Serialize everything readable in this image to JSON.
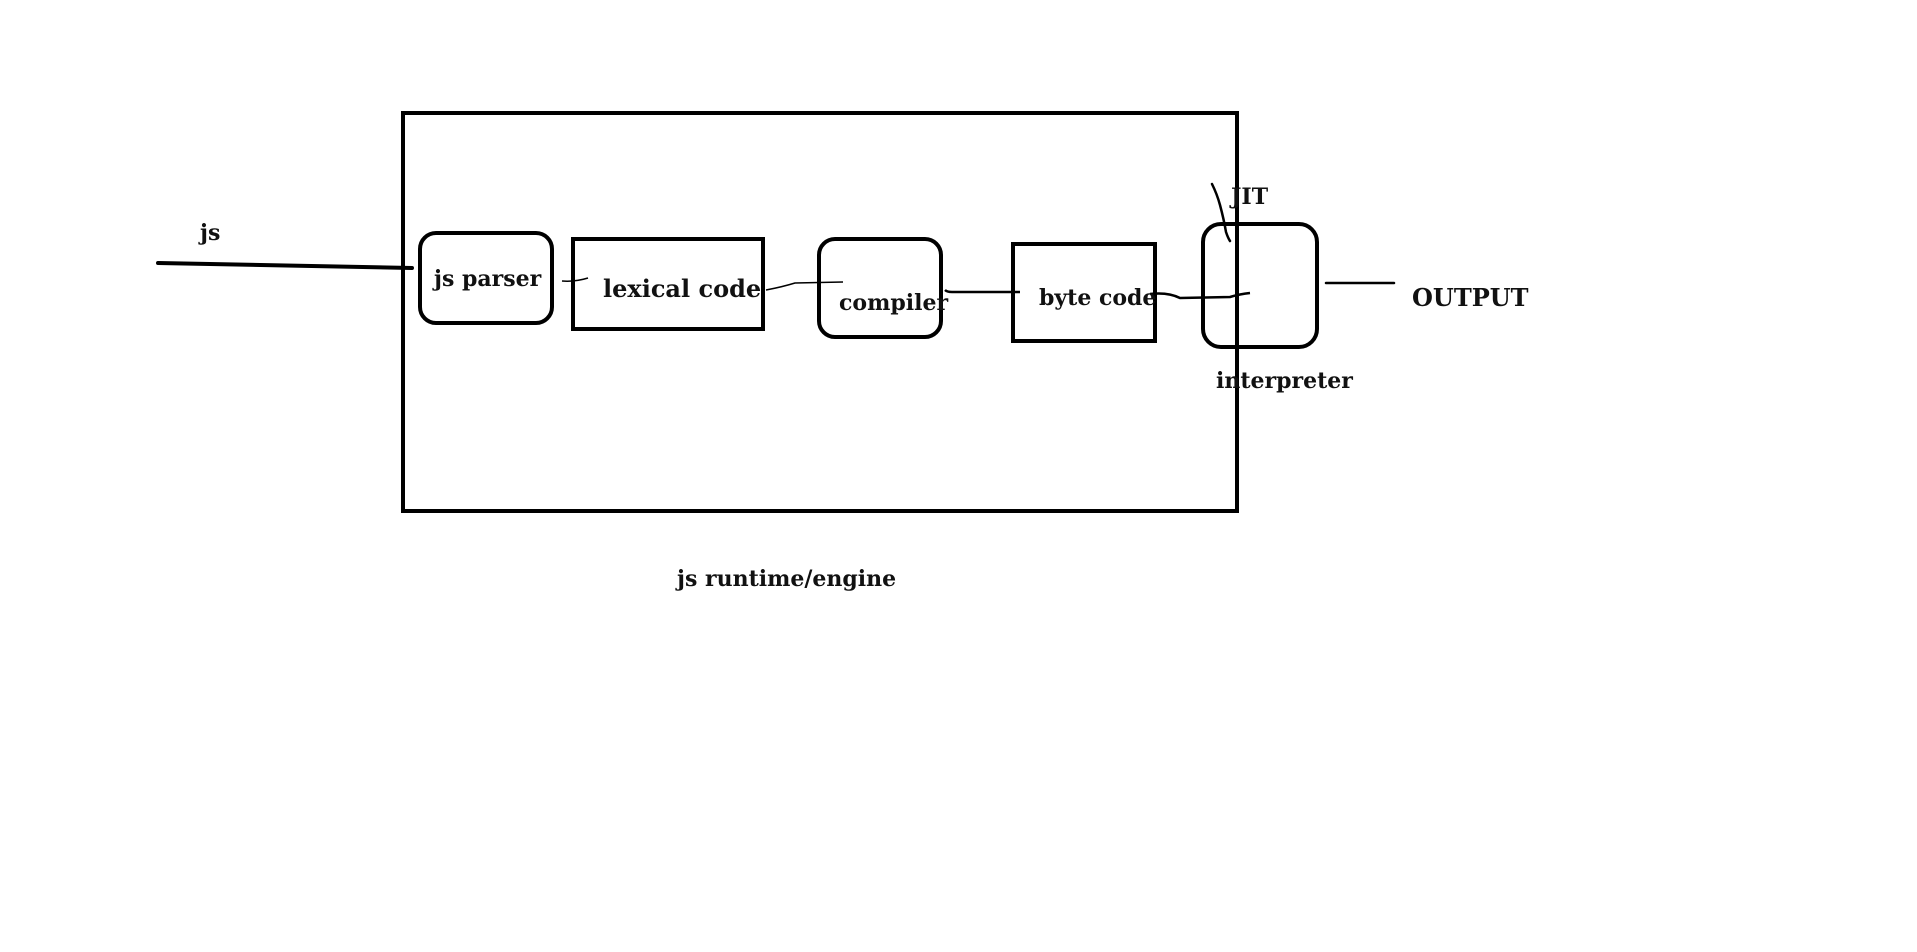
{
  "diagram": {
    "input_label": "js",
    "nodes": {
      "js_parser": "js parser",
      "lexical_code": "lexical code",
      "compiler": "compiler",
      "byte_code": "byte code",
      "interpreter": "interpreter"
    },
    "jit_label": "JIT",
    "output_label": "OUTPUT",
    "container_label": "js runtime/engine"
  },
  "colors": {
    "stroke": "#000000",
    "text": "#111111",
    "background": "#ffffff"
  }
}
